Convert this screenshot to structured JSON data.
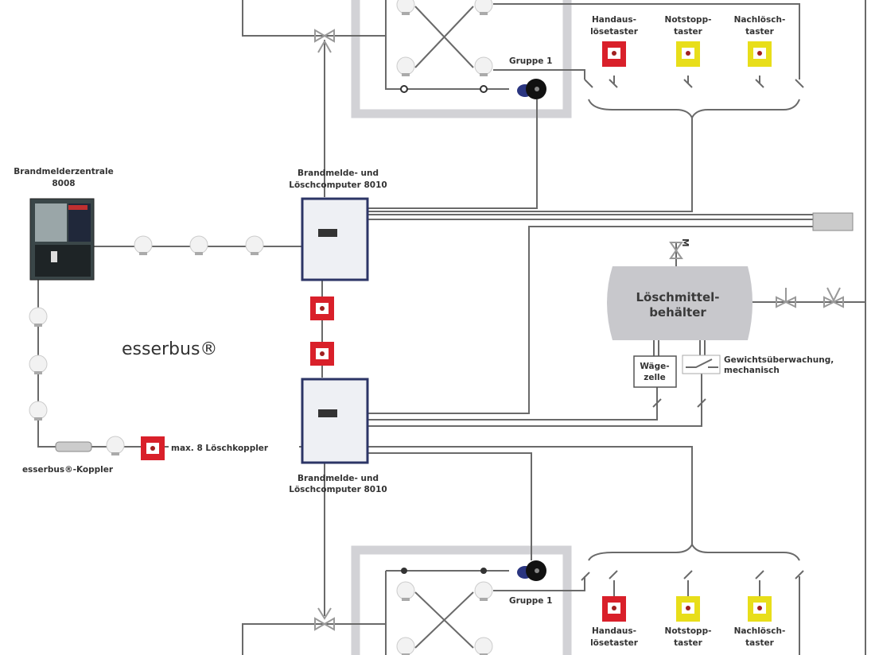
{
  "labels": {
    "central_line1": "Brandmelderzentrale",
    "central_line2": "8008",
    "computer_top_line1": "Brandmelde- und",
    "computer_top_line2": "Löschcomputer 8010",
    "computer_bottom_line1": "Brandmelde- und",
    "computer_bottom_line2": "Löschcomputer 8010",
    "bus_name": "esserbus®",
    "coupler": "esserbus®-Koppler",
    "max_couplers": "max. 8 Löschkoppler",
    "group1_top": "Gruppe 1",
    "group1_bottom": "Gruppe 1",
    "tank_line1": "Löschmittel-",
    "tank_line2": "behälter",
    "load_cell_line1": "Wäge-",
    "load_cell_line2": "zelle",
    "weight_line1": "Gewichtsüberwachung,",
    "weight_line2": "mechanisch",
    "valve_motor": "M"
  },
  "buttons_top": [
    {
      "line1": "Handaus-",
      "line2": "lösetaster",
      "color": "#d9202a"
    },
    {
      "line1": "Notstopp-",
      "line2": "taster",
      "color": "#e8de1a"
    },
    {
      "line1": "Nachlösch-",
      "line2": "taster",
      "color": "#e8de1a"
    }
  ],
  "buttons_bottom": [
    {
      "line1": "Handaus-",
      "line2": "lösetaster",
      "color": "#d9202a"
    },
    {
      "line1": "Notstopp-",
      "line2": "taster",
      "color": "#e8de1a"
    },
    {
      "line1": "Nachlösch-",
      "line2": "taster",
      "color": "#e8de1a"
    }
  ],
  "colors": {
    "line": "#6a6a6a",
    "room_frame": "#d2d2d6",
    "tank": "#c8c8cc",
    "manual_call_point": "#d9202a",
    "stop_button": "#e8de1a",
    "cabinet_trim": "#2c3566"
  }
}
